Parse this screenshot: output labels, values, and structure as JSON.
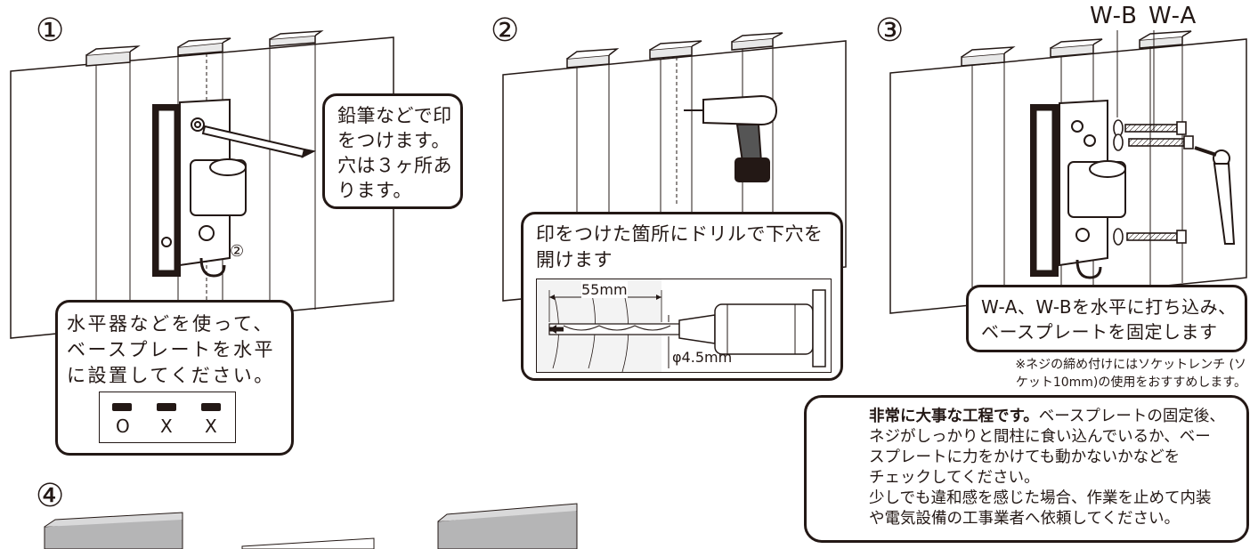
{
  "steps": {
    "step1": {
      "number": "①",
      "callout_pencil": "鉛筆などで印\nをつけます。\n穴は３ヶ所あ\nります。",
      "callout_level": "水平器などを使って、\nベースプレートを水平\nに設置してください。",
      "hole_marker": "②",
      "level_marks": [
        "O",
        "X",
        "X"
      ]
    },
    "step2": {
      "number": "②",
      "callout_drill": "印をつけた箇所にドリルで下穴を\n開けます",
      "depth_label": "55mm",
      "diameter_label": "φ4.5mm"
    },
    "step3": {
      "number": "③",
      "screw_labels": [
        "W-B",
        "W-A"
      ],
      "callout_fix": "W-A、W-Bを水平に打ち込み、\nベースプレートを固定します",
      "note": "※ネジの締め付けにはソケットレンチ (ソ\nケット10mm)の使用をおすすめします。"
    },
    "step4": {
      "number": "④"
    }
  },
  "warning": {
    "icon": "warning-triangle-icon",
    "bold": "非常に大事な工程です。",
    "body1": "ベースプレートの固定後、",
    "line2": "ネジがしっかりと間柱に食い込んでいるか、ベー",
    "line3": "スプレートに力をかけても動かないかなどを",
    "line4": "チェックしてください。",
    "line5": "少しでも違和感を感じた場合、作業を止めて内装",
    "line6": "や電気設備の工事業者へ依頼してください。"
  },
  "colors": {
    "ink": "#231815",
    "panel_gray": "#b5b5b6"
  }
}
